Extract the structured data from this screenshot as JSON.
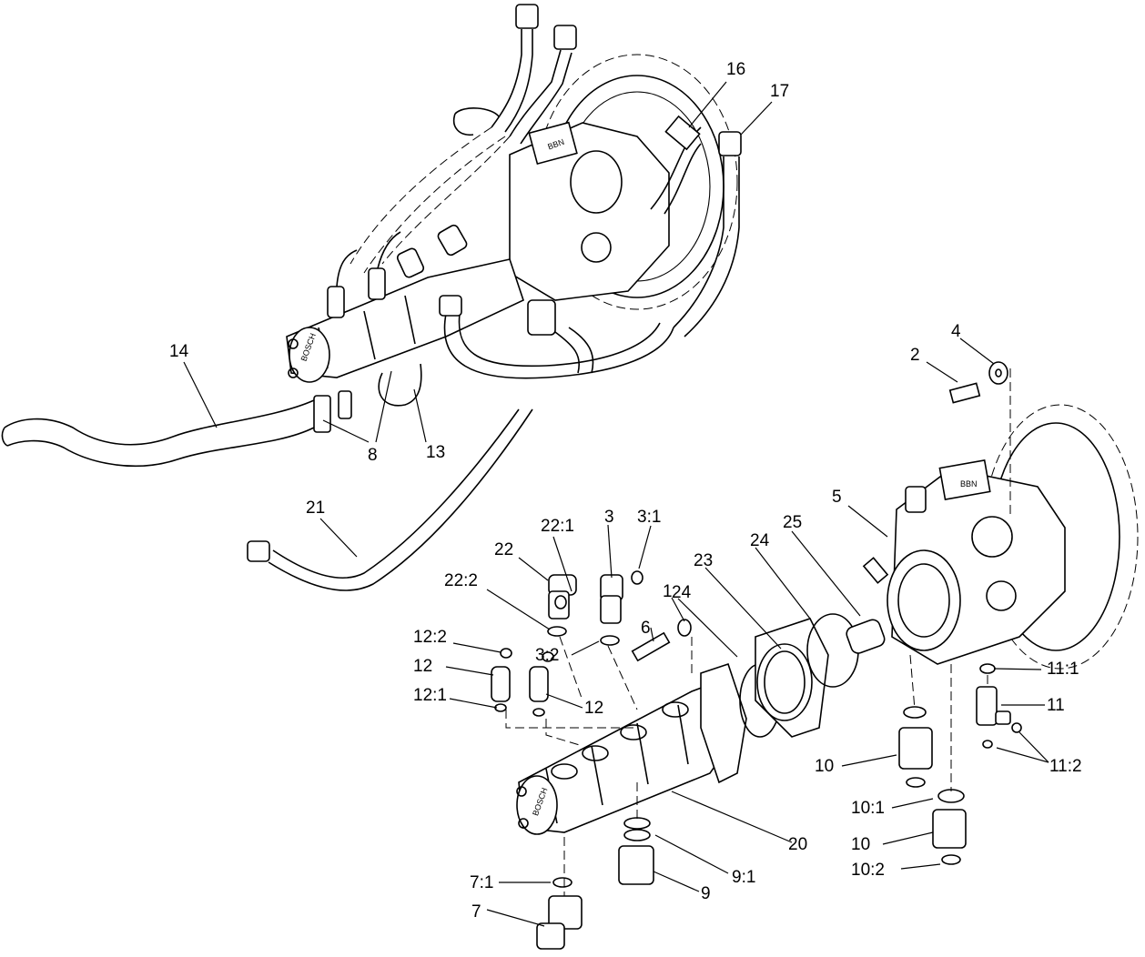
{
  "callouts": [
    {
      "id": "c16",
      "text": "16"
    },
    {
      "id": "c17",
      "text": "17"
    },
    {
      "id": "c14",
      "text": "14"
    },
    {
      "id": "c8",
      "text": "8"
    },
    {
      "id": "c13",
      "text": "13"
    },
    {
      "id": "c4",
      "text": "4"
    },
    {
      "id": "c2",
      "text": "2"
    },
    {
      "id": "c5",
      "text": "5"
    },
    {
      "id": "c21",
      "text": "21"
    },
    {
      "id": "c22_1",
      "text": "22:1"
    },
    {
      "id": "c3",
      "text": "3"
    },
    {
      "id": "c3_1",
      "text": "3:1"
    },
    {
      "id": "c25",
      "text": "25"
    },
    {
      "id": "c22",
      "text": "22"
    },
    {
      "id": "c24a",
      "text": "24"
    },
    {
      "id": "c23",
      "text": "23"
    },
    {
      "id": "c22_2",
      "text": "22:2"
    },
    {
      "id": "c1",
      "text": "1"
    },
    {
      "id": "c24b",
      "text": "24"
    },
    {
      "id": "c6",
      "text": "6"
    },
    {
      "id": "c12_2",
      "text": "12:2"
    },
    {
      "id": "c3_2",
      "text": "3:2"
    },
    {
      "id": "c12a",
      "text": "12"
    },
    {
      "id": "c11_1",
      "text": "11:1"
    },
    {
      "id": "c12_1",
      "text": "12:1"
    },
    {
      "id": "c12b",
      "text": "12"
    },
    {
      "id": "c11",
      "text": "11"
    },
    {
      "id": "c10a",
      "text": "10"
    },
    {
      "id": "c11_2",
      "text": "11:2"
    },
    {
      "id": "c10_1",
      "text": "10:1"
    },
    {
      "id": "c20",
      "text": "20"
    },
    {
      "id": "c10b",
      "text": "10"
    },
    {
      "id": "c10_2",
      "text": "10:2"
    },
    {
      "id": "c9_1",
      "text": "9:1"
    },
    {
      "id": "c7_1",
      "text": "7:1"
    },
    {
      "id": "c9",
      "text": "9"
    },
    {
      "id": "c7",
      "text": "7"
    }
  ]
}
